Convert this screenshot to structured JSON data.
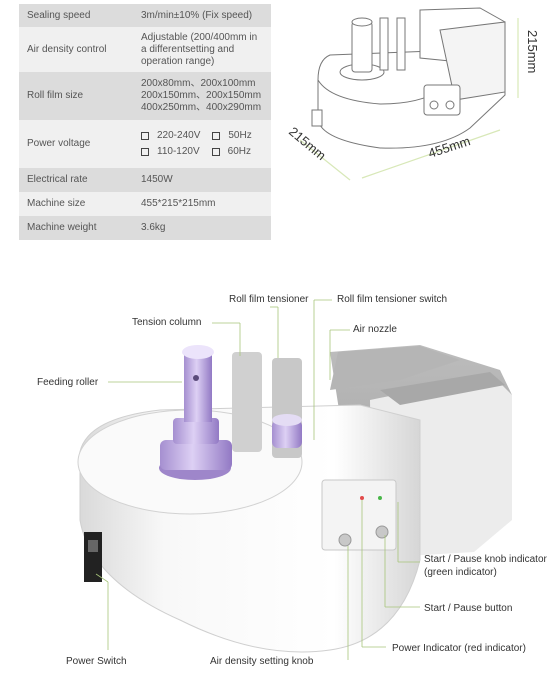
{
  "specs": [
    {
      "label": "Sealing speed",
      "value": "3m/min±10% (Fix speed)"
    },
    {
      "label": "Air density control",
      "value": "Adjustable (200/400mm in a differentsetting and operation range)"
    },
    {
      "label": "Roll film size",
      "lines": [
        "200x80mm、200x100mm",
        "200x150mm、200x150mm",
        "400x250mm、400x290mm"
      ]
    },
    {
      "label": "Power voltage",
      "options": [
        [
          "220-240V",
          "50Hz"
        ],
        [
          "110-120V",
          "60Hz"
        ]
      ]
    },
    {
      "label": "Electrical rate",
      "value": "1450W"
    },
    {
      "label": "Machine size",
      "value": "455*215*215mm"
    },
    {
      "label": "Machine weight",
      "value": "3.6kg"
    }
  ],
  "dimensions": {
    "height": "215mm",
    "depth": "215mm",
    "length": "455mm"
  },
  "callouts": {
    "roll_film_tensioner": "Roll film tensioner",
    "roll_film_tensioner_switch": "Roll film tensioner switch",
    "tension_column": "Tension column",
    "air_nozzle": "Air nozzle",
    "feeding_roller": "Feeding roller",
    "start_pause_knob_indicator": "Start / Pause knob indicator (green indicator)",
    "start_pause_button": "Start / Pause button",
    "power_indicator": "Power Indicator (red indicator)",
    "power_switch": "Power Switch",
    "air_density_knob": "Air density setting knob"
  }
}
